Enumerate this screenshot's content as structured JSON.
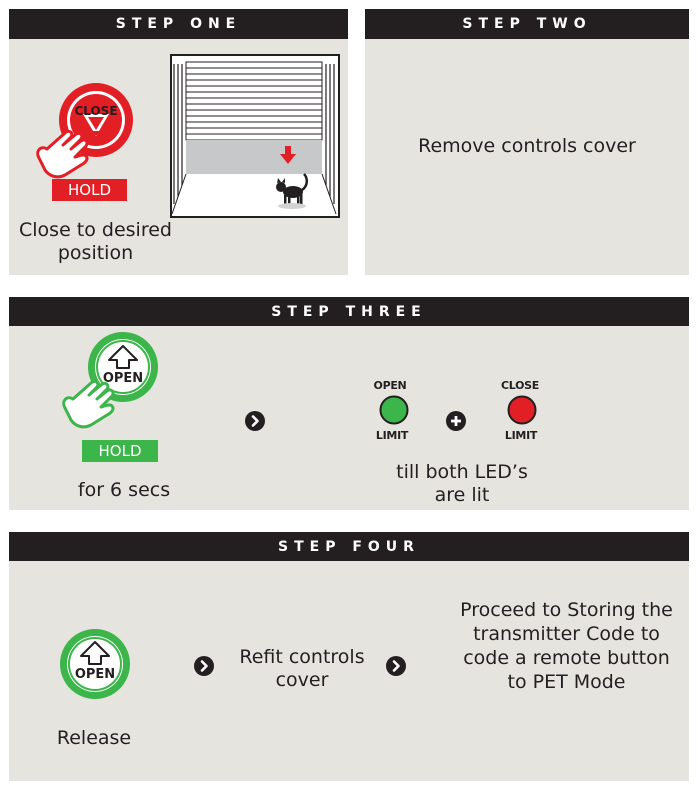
{
  "colors": {
    "panel": "#e6e4df",
    "header": "#231f20",
    "red": "#e31f26",
    "green": "#3cb54a",
    "text": "#231f20"
  },
  "step1": {
    "header": "STEP ONE",
    "button_label": "CLOSE",
    "hold_label": "HOLD",
    "caption": "Close to desired position",
    "illustration": "garage-door-closing-with-cat"
  },
  "step2": {
    "header": "STEP TWO",
    "caption": "Remove controls cover"
  },
  "step3": {
    "header": "STEP THREE",
    "button_label": "OPEN",
    "hold_label": "HOLD",
    "caption_left": "for 6 secs",
    "open_led_top": "OPEN",
    "open_led_bottom": "LIMIT",
    "close_led_top": "CLOSE",
    "close_led_bottom": "LIMIT",
    "caption_right": "till both LED’s are lit"
  },
  "step4": {
    "header": "STEP FOUR",
    "button_label": "OPEN",
    "caption_release": "Release",
    "caption_refit": "Refit controls cover",
    "caption_proceed": "Proceed to Storing the transmitter Code to code a remote button to PET Mode"
  }
}
